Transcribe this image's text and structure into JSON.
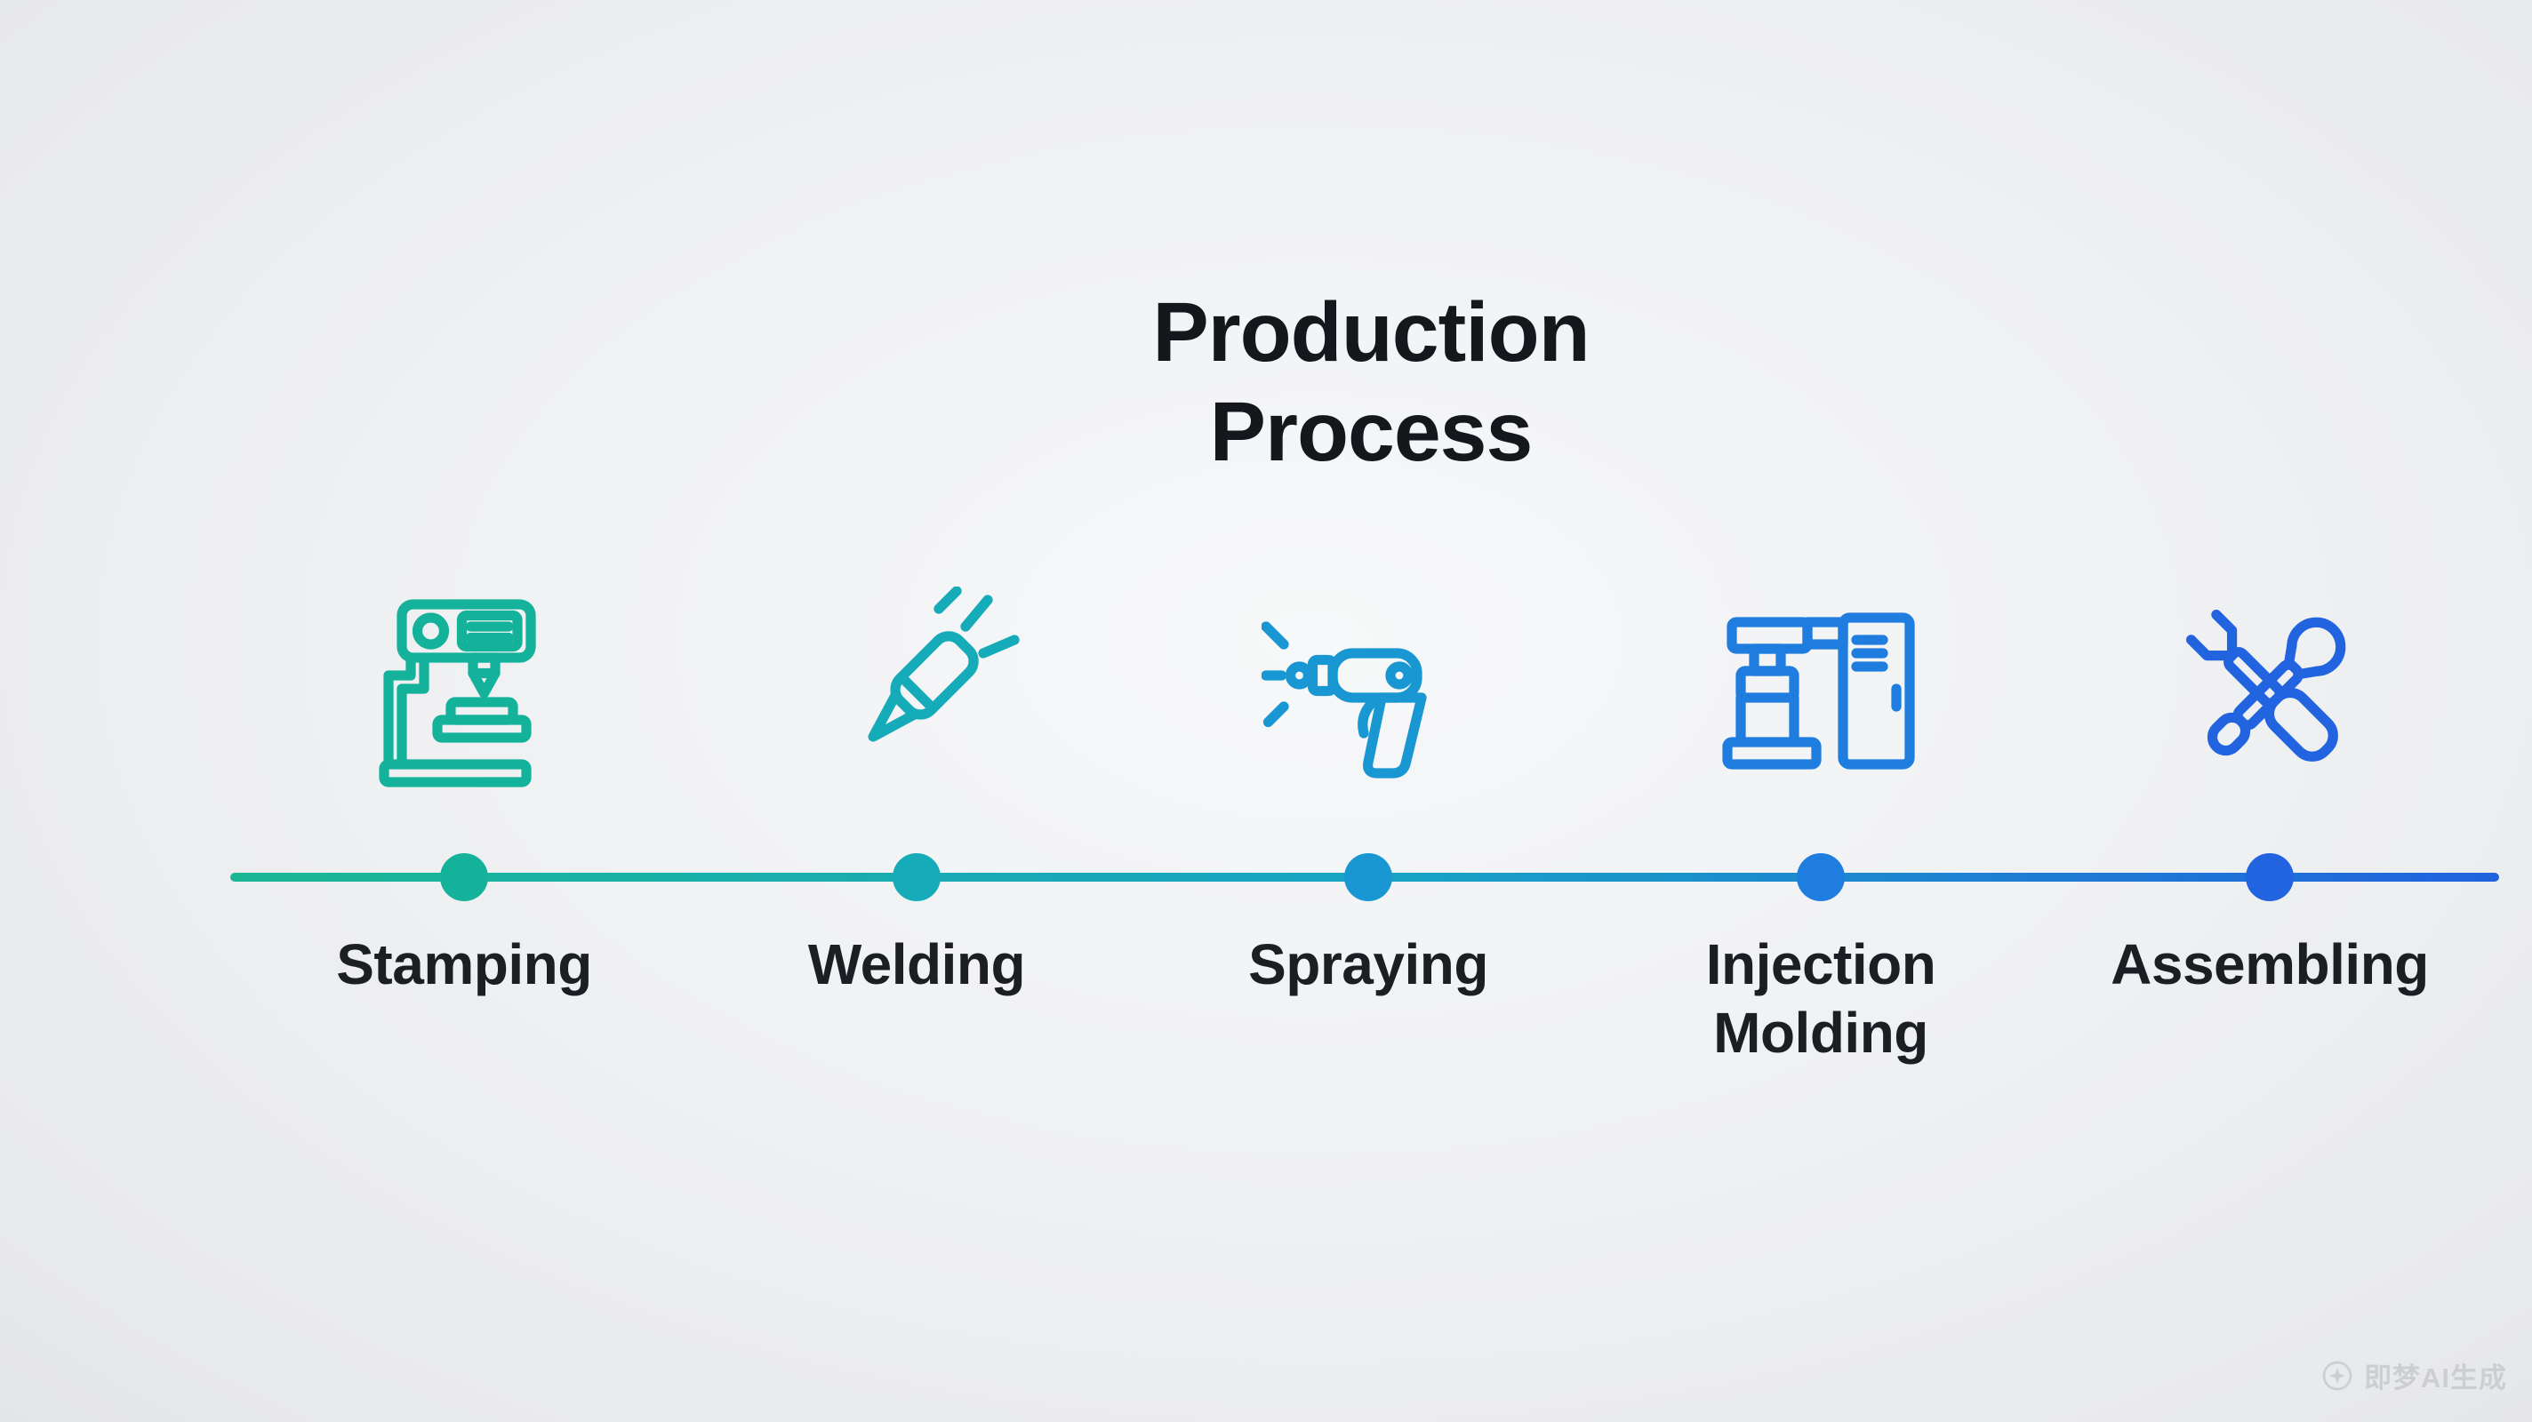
{
  "title": {
    "line1": "Production",
    "line2": "Process"
  },
  "timeline": {
    "line_gradient": {
      "start": "#1ab795",
      "mid": "#18a4c4",
      "end": "#2162dd"
    },
    "stages": [
      {
        "label": "Stamping",
        "icon": "stamping-press-icon",
        "color": "#15b29b"
      },
      {
        "label": "Welding",
        "icon": "welding-torch-icon",
        "color": "#15abb8"
      },
      {
        "label": "Spraying",
        "icon": "spray-gun-icon",
        "color": "#1897d2"
      },
      {
        "label": "Injection Molding",
        "icon": "injection-molding-machine-icon",
        "color": "#1f7de0"
      },
      {
        "label": "Assembling",
        "icon": "crossed-wrench-screwdriver-icon",
        "color": "#2264e0"
      }
    ]
  },
  "watermark": {
    "icon": "ai-logo-icon",
    "text": "即梦AI生成"
  }
}
